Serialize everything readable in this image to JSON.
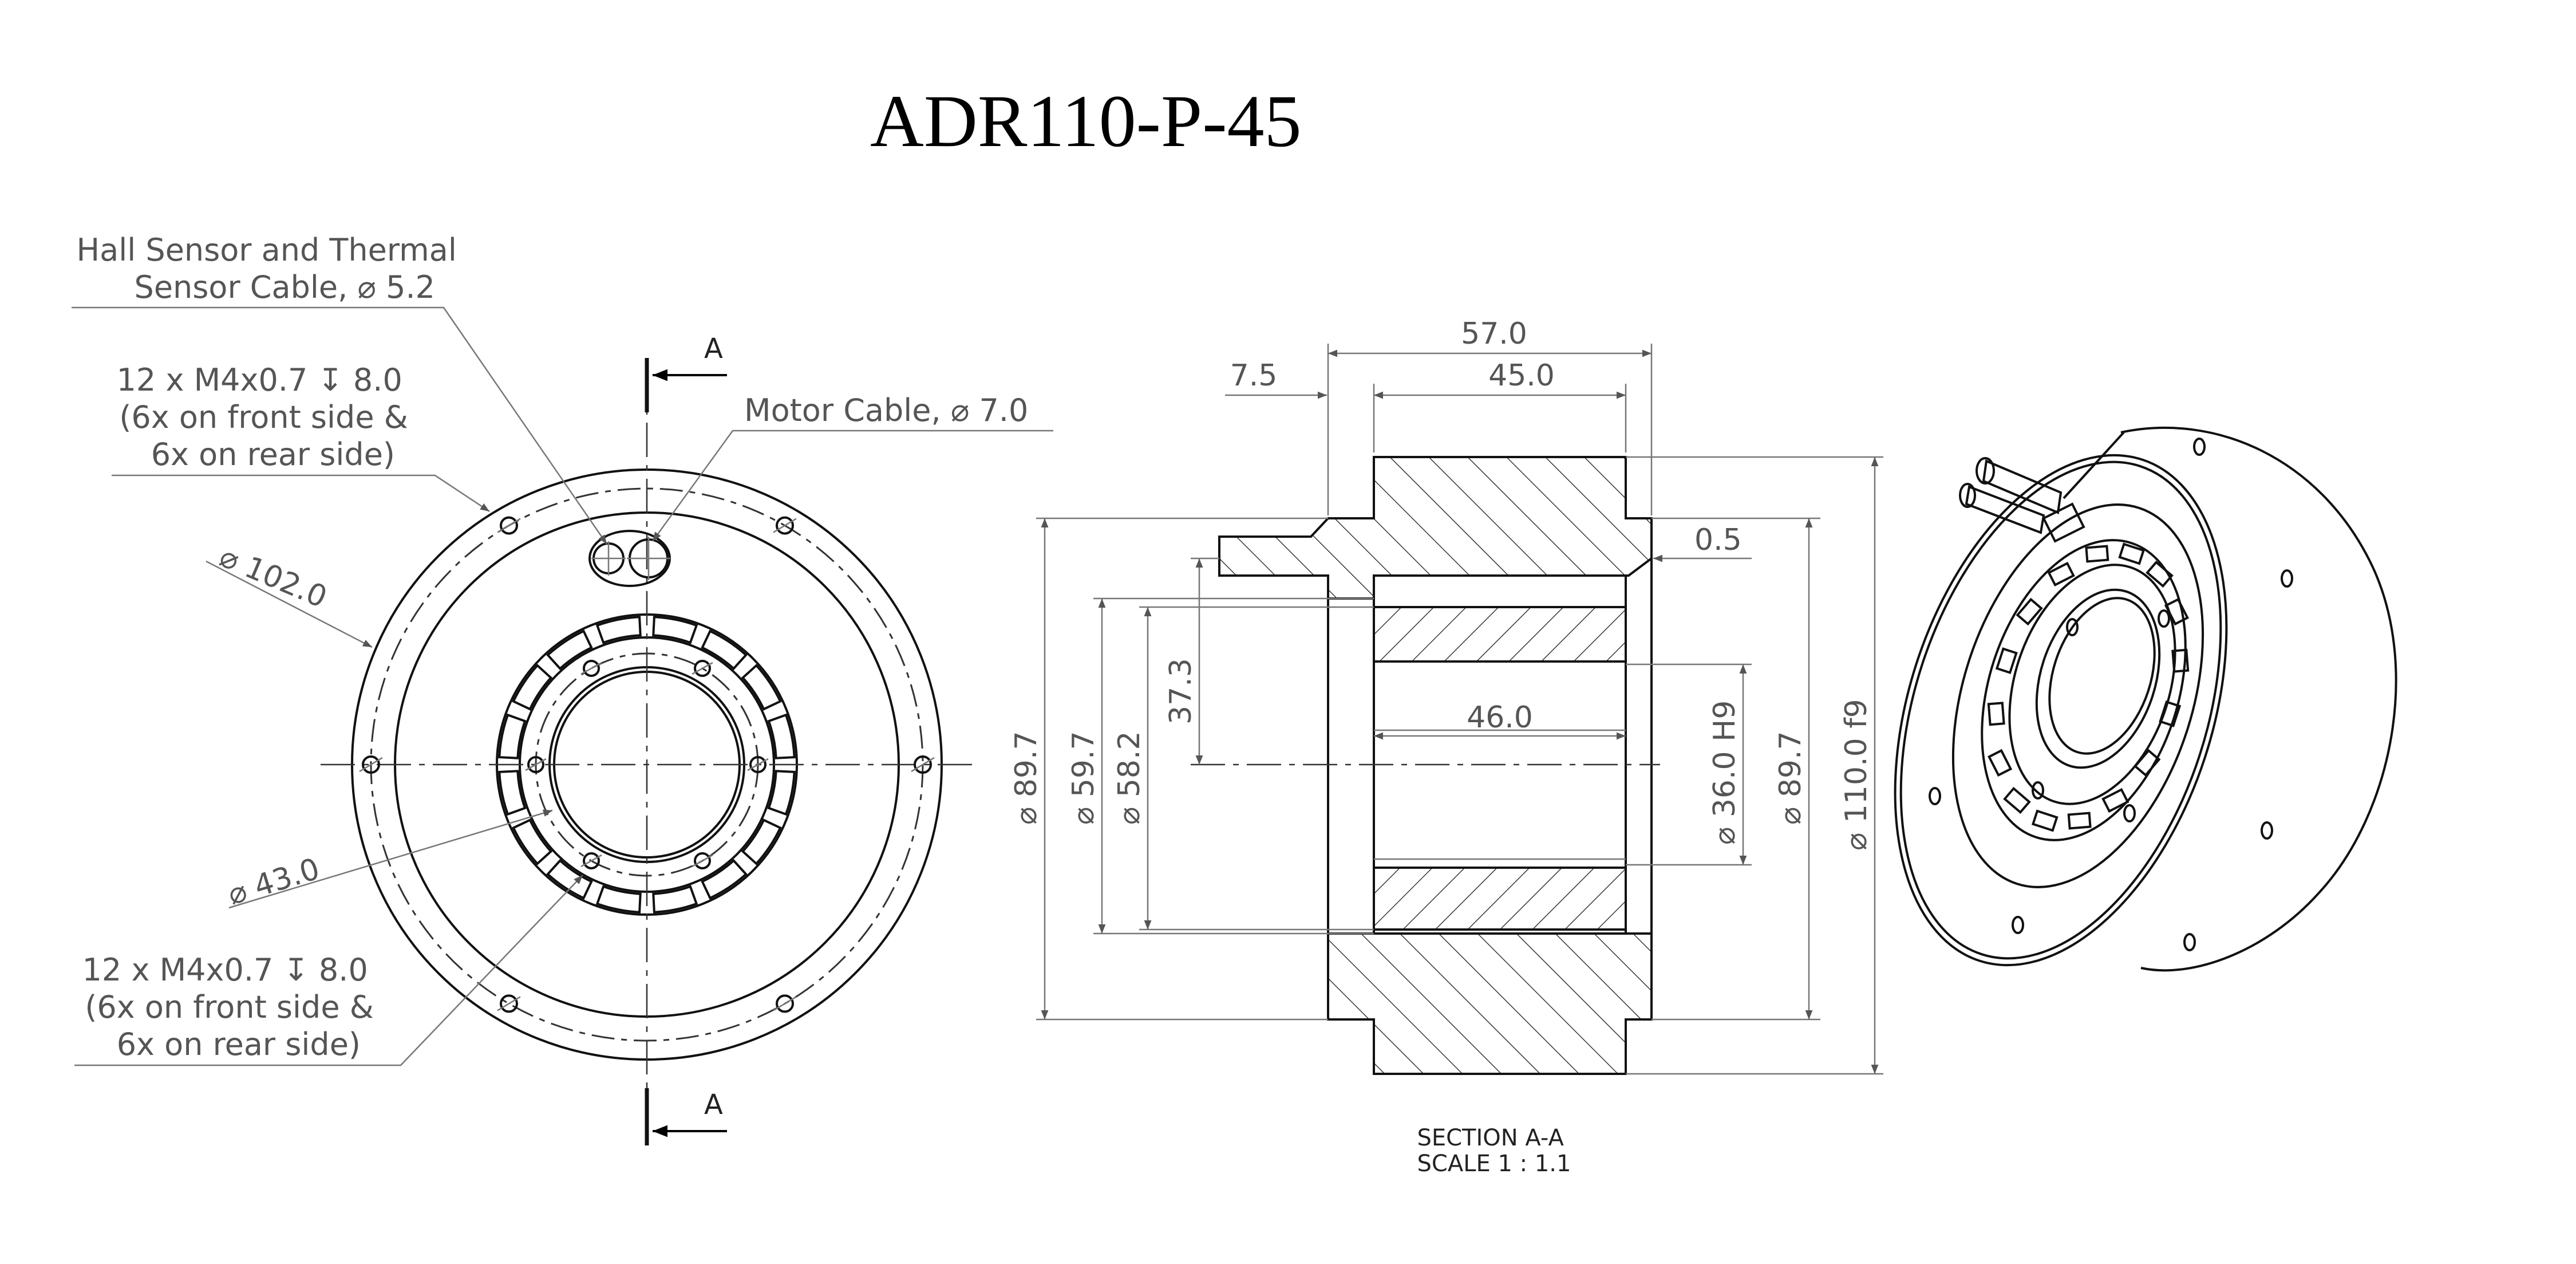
{
  "title": "ADR110-P-45",
  "front_view": {
    "callout_hall": [
      "Hall Sensor and Thermal",
      "Sensor Cable, ⌀ 5.2"
    ],
    "callout_holes_top": [
      "12 x M4x0.7 ↧ 8.0",
      "(6x on front side &",
      "6x on rear side)"
    ],
    "callout_motor": "Motor Cable, ⌀ 7.0",
    "dia_outer": "⌀ 102.0",
    "dia_inner": "⌀ 43.0",
    "callout_holes_bottom": [
      "12 x M4x0.7 ↧ 8.0",
      "(6x on front side &",
      "6x on rear side)"
    ],
    "section_mark_top": "A",
    "section_mark_bottom": "A"
  },
  "section_view": {
    "dim_57": "57.0",
    "dim_45": "45.0",
    "dim_7_5": "7.5",
    "dim_0_5": "0.5",
    "dim_37_3": "37.3",
    "dim_46": "46.0",
    "dia_89_7_left": "⌀ 89.7",
    "dia_59_7": "⌀ 59.7",
    "dia_58_2": "⌀ 58.2",
    "dia_36": "⌀ 36.0 H9",
    "dia_89_7_right": "⌀ 89.7",
    "dia_110": "⌀ 110.0 f9",
    "caption_line1": "SECTION A-A",
    "caption_line2": "SCALE 1 : 1.1"
  }
}
